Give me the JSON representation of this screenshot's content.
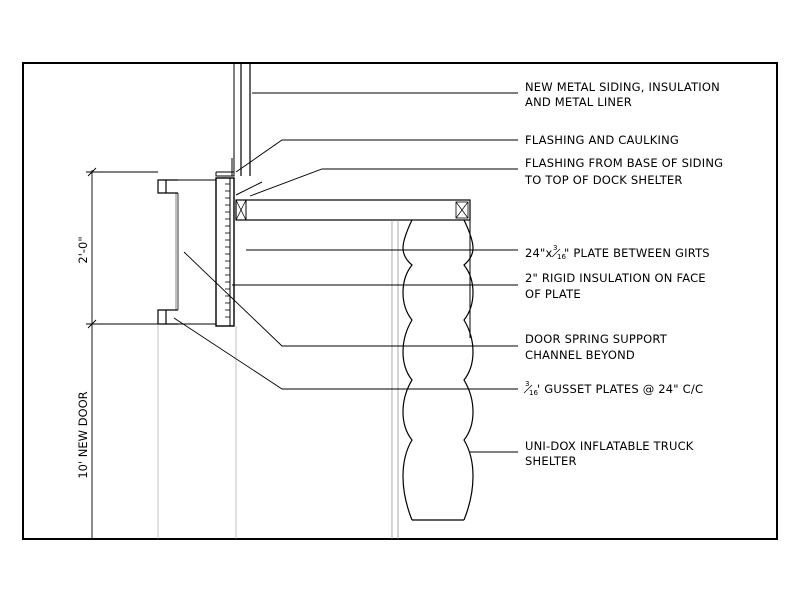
{
  "notes": {
    "siding_1": "NEW METAL SIDING, INSULATION",
    "siding_2": "AND METAL LINER",
    "flashing_caulking": "FLASHING AND CAULKING",
    "flashing_base_1": "FLASHING FROM BASE OF SIDING",
    "flashing_base_2": "TO TOP OF DOCK SHELTER",
    "plate_pre": "24\"x",
    "plate_num": "3",
    "plate_den": "16",
    "plate_post": "\" PLATE BETWEEN GIRTS",
    "insulation_1": "2\" RIGID INSULATION ON FACE",
    "insulation_2": "OF PLATE",
    "spring_1": "DOOR SPRING SUPPORT",
    "spring_2": "CHANNEL BEYOND",
    "gusset_num": "3",
    "gusset_den": "16",
    "gusset_post": "' GUSSET PLATES @ 24\" C/C",
    "shelter_1": "UNI-DOX INFLATABLE TRUCK",
    "shelter_2": "SHELTER"
  },
  "dimensions": {
    "upper": "2'-0\"",
    "lower": "10' NEW DOOR"
  }
}
